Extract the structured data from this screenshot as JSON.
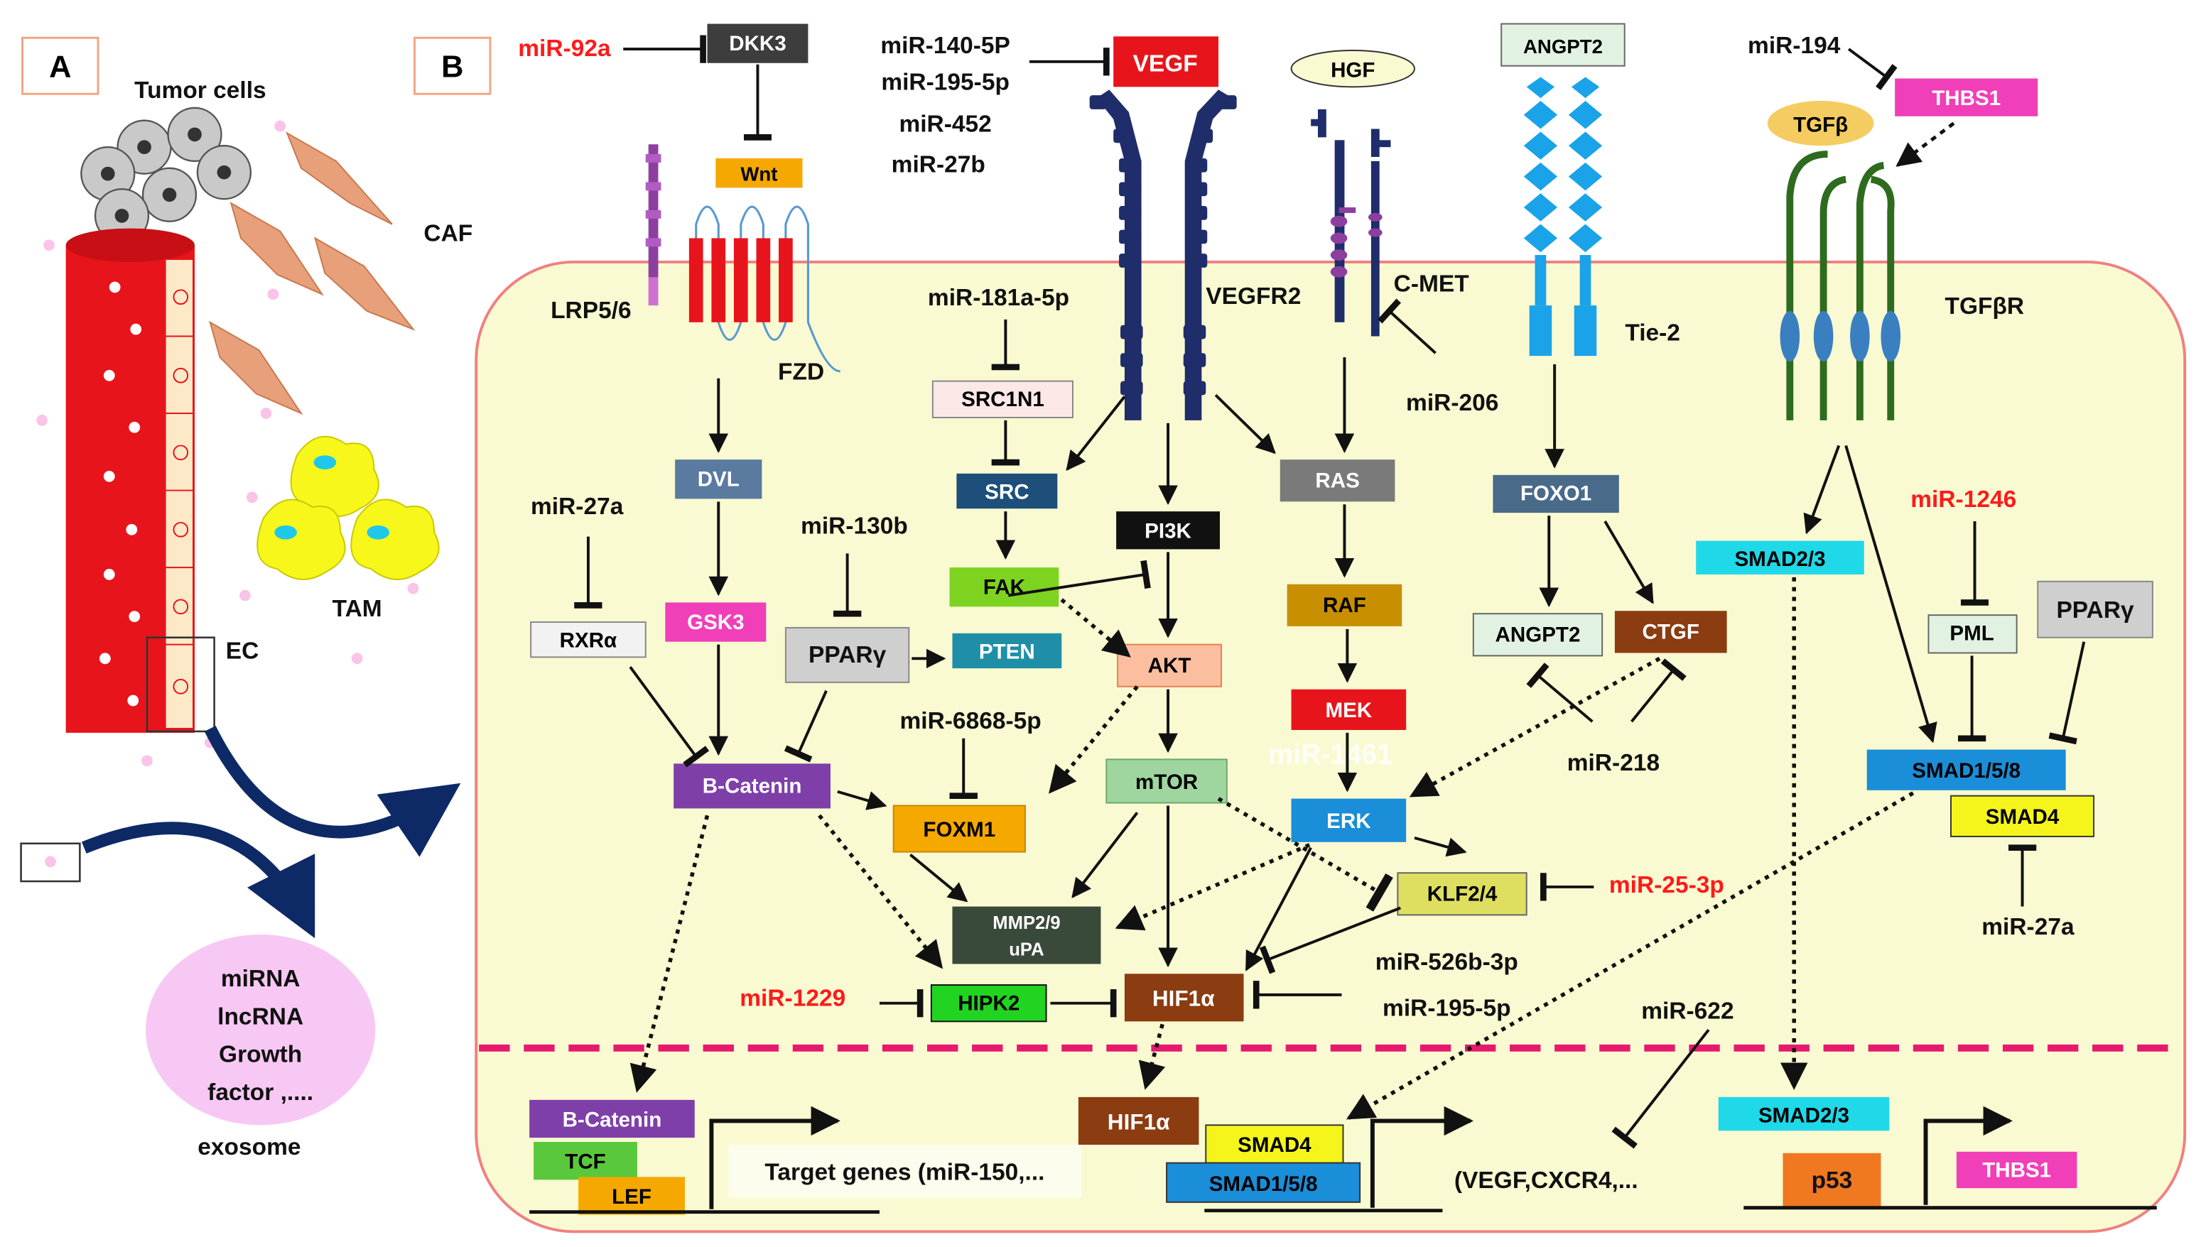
{
  "panels": {
    "a": "A",
    "b": "B"
  },
  "panel_a": {
    "tumor_cells": "Tumor cells",
    "caf": "CAF",
    "tam": "TAM",
    "ec": "EC",
    "exosome_cargo": [
      "miRNA",
      "lncRNA",
      "Growth",
      "factor ,...."
    ],
    "exosome": "exosome"
  },
  "receptors": {
    "lrp": "LRP5/6",
    "fzd": "FZD",
    "vegfr2": "VEGFR2",
    "cmet": "C-MET",
    "tie2": "Tie-2",
    "tgfbr": "TGFβR"
  },
  "ligands": {
    "dkk3": "DKK3",
    "wnt": "Wnt",
    "vegf": "VEGF",
    "hgf": "HGF",
    "angpt2": "ANGPT2",
    "thbs1": "THBS1",
    "tgfb": "TGFβ"
  },
  "nodes": {
    "dvl": "DVL",
    "gsk3": "GSK3",
    "rxra": "RXRα",
    "ppary1": "PPARγ",
    "bcatenin": "Β-Catenin",
    "src1n1": "SRC1N1",
    "src": "SRC",
    "fak": "FAK",
    "pten": "PTEN",
    "pi3k": "PI3K",
    "akt": "AKT",
    "mtor": "mTOR",
    "foxm1": "FOXM1",
    "mmp": [
      "MMP2/9",
      "uPA"
    ],
    "hipk2": "HIPK2",
    "hif1a": "HIF1α",
    "ras": "RAS",
    "raf": "RAF",
    "mek": "MEK",
    "erk": "ERK",
    "klf": "KLF2/4",
    "foxo1": "FOXO1",
    "angpt2_in": "ANGPT2",
    "ctgf": "CTGF",
    "smad23": "SMAD2/3",
    "pml": "PML",
    "ppary2": "PPARγ",
    "smad158": "SMAD1/5/8",
    "smad4": "SMAD4"
  },
  "nucleus": {
    "bcatenin": "Β-Catenin",
    "tcf": "TCF",
    "lef": "LEF",
    "target_genes": "Target genes (miR-150,...",
    "hif1a": "HIF1α",
    "smad4": "SMAD4",
    "smad158": "SMAD1/5/8",
    "vegf_targets": "(VEGF,CXCR4,...",
    "smad23": "SMAD2/3",
    "p53": "p53",
    "thbs1": "THBS1"
  },
  "mirnas": {
    "m92a": "miR-92a",
    "m140": "miR-140-5P",
    "m195a": "miR-195-5p",
    "m452": "miR-452",
    "m27b": "miR-27b",
    "m194": "miR-194",
    "m181": "miR-181a-5p",
    "m206": "miR-206",
    "m27a1": "miR-27a",
    "m130b": "miR-130b",
    "m1246": "miR-1246",
    "m6868": "miR-6868-5p",
    "m218": "miR-218",
    "m1461": "miR-1461",
    "m25": "miR-25-3p",
    "m27a2": "miR-27a",
    "m526": "miR-526b-3p",
    "m1229": "miR-1229",
    "m195b": "miR-195-5p",
    "m622": "miR-622"
  },
  "colors": {
    "cell_fill": "#fafad2",
    "cell_border": "#f08080",
    "nucleus_dash": "#e6196e",
    "vessel": "#e8141b",
    "mirna_red": "#ff1a1a",
    "receptor_navy": "#1f2d6b",
    "tie2_blue": "#1aa3e8",
    "tgfbr_green": "#2e6b1f"
  }
}
